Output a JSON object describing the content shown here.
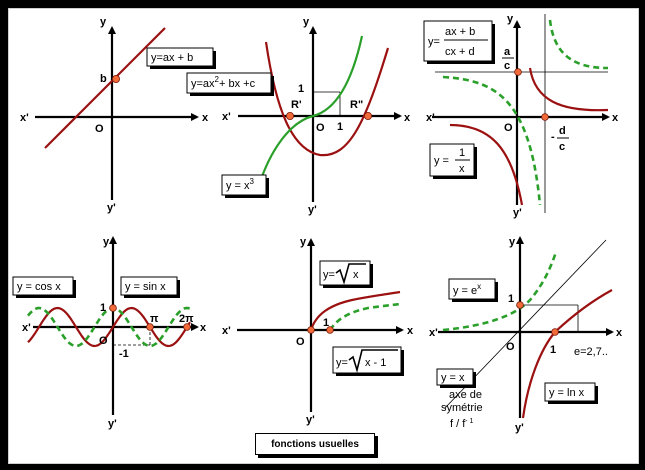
{
  "axes": {
    "x": "x",
    "xprime": "x'",
    "y": "y",
    "yprime": "y'",
    "origin": "O"
  },
  "panel_linear": {
    "formula": "y=ax + b",
    "point": "b"
  },
  "panel_quadratic": {
    "quad_main": "y=ax",
    "quad_exp": "2",
    "quad_rest": "+ bx +c",
    "cubic_main": "y = x",
    "cubic_exp": "3",
    "root_left": "R'",
    "root_right": "R\"",
    "one_x": "1",
    "one_y": "1"
  },
  "panel_hyperbola": {
    "prefix": "y=",
    "num": "ax + b",
    "den": "cx + d",
    "a": "a",
    "c": "c",
    "minus": "-",
    "d": "d",
    "c2": "c",
    "inv_prefix": "y =",
    "inv_num": "1",
    "inv_den": "x"
  },
  "panel_trig": {
    "cos": "y = cos x",
    "sin": "y = sin x",
    "one": "1",
    "minus_one": "-1",
    "pi": "π",
    "two_pi": "2π"
  },
  "panel_sqrt": {
    "sqrt_prefix": "y=",
    "sqrt_arg": "x",
    "sqrt1_prefix": "y=",
    "sqrt1_arg": "x - 1",
    "one": "1"
  },
  "panel_explog": {
    "exp_main": "y = e",
    "exp_sup": "x",
    "ln": "y = ln x",
    "yx": "y = x",
    "axe1": "axe de",
    "axe2": "symétrie",
    "f_inv_main": "f  /  f",
    "f_inv_sup": "- 1",
    "one_x": "1",
    "one_y": "1",
    "e_val": "e=2,7.."
  },
  "caption": "fonctions usuelles"
}
